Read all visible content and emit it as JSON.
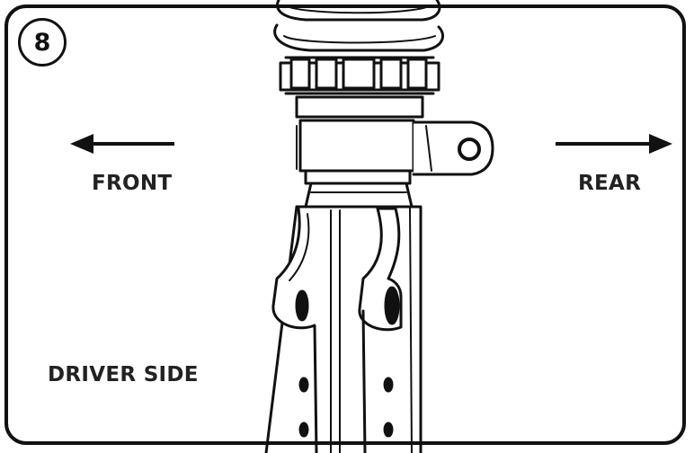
{
  "step": {
    "number": "8"
  },
  "labels": {
    "front": "FRONT",
    "rear": "REAR",
    "side": "DRIVER SIDE"
  },
  "colors": {
    "ink": "#111111",
    "background": "#ffffff"
  }
}
